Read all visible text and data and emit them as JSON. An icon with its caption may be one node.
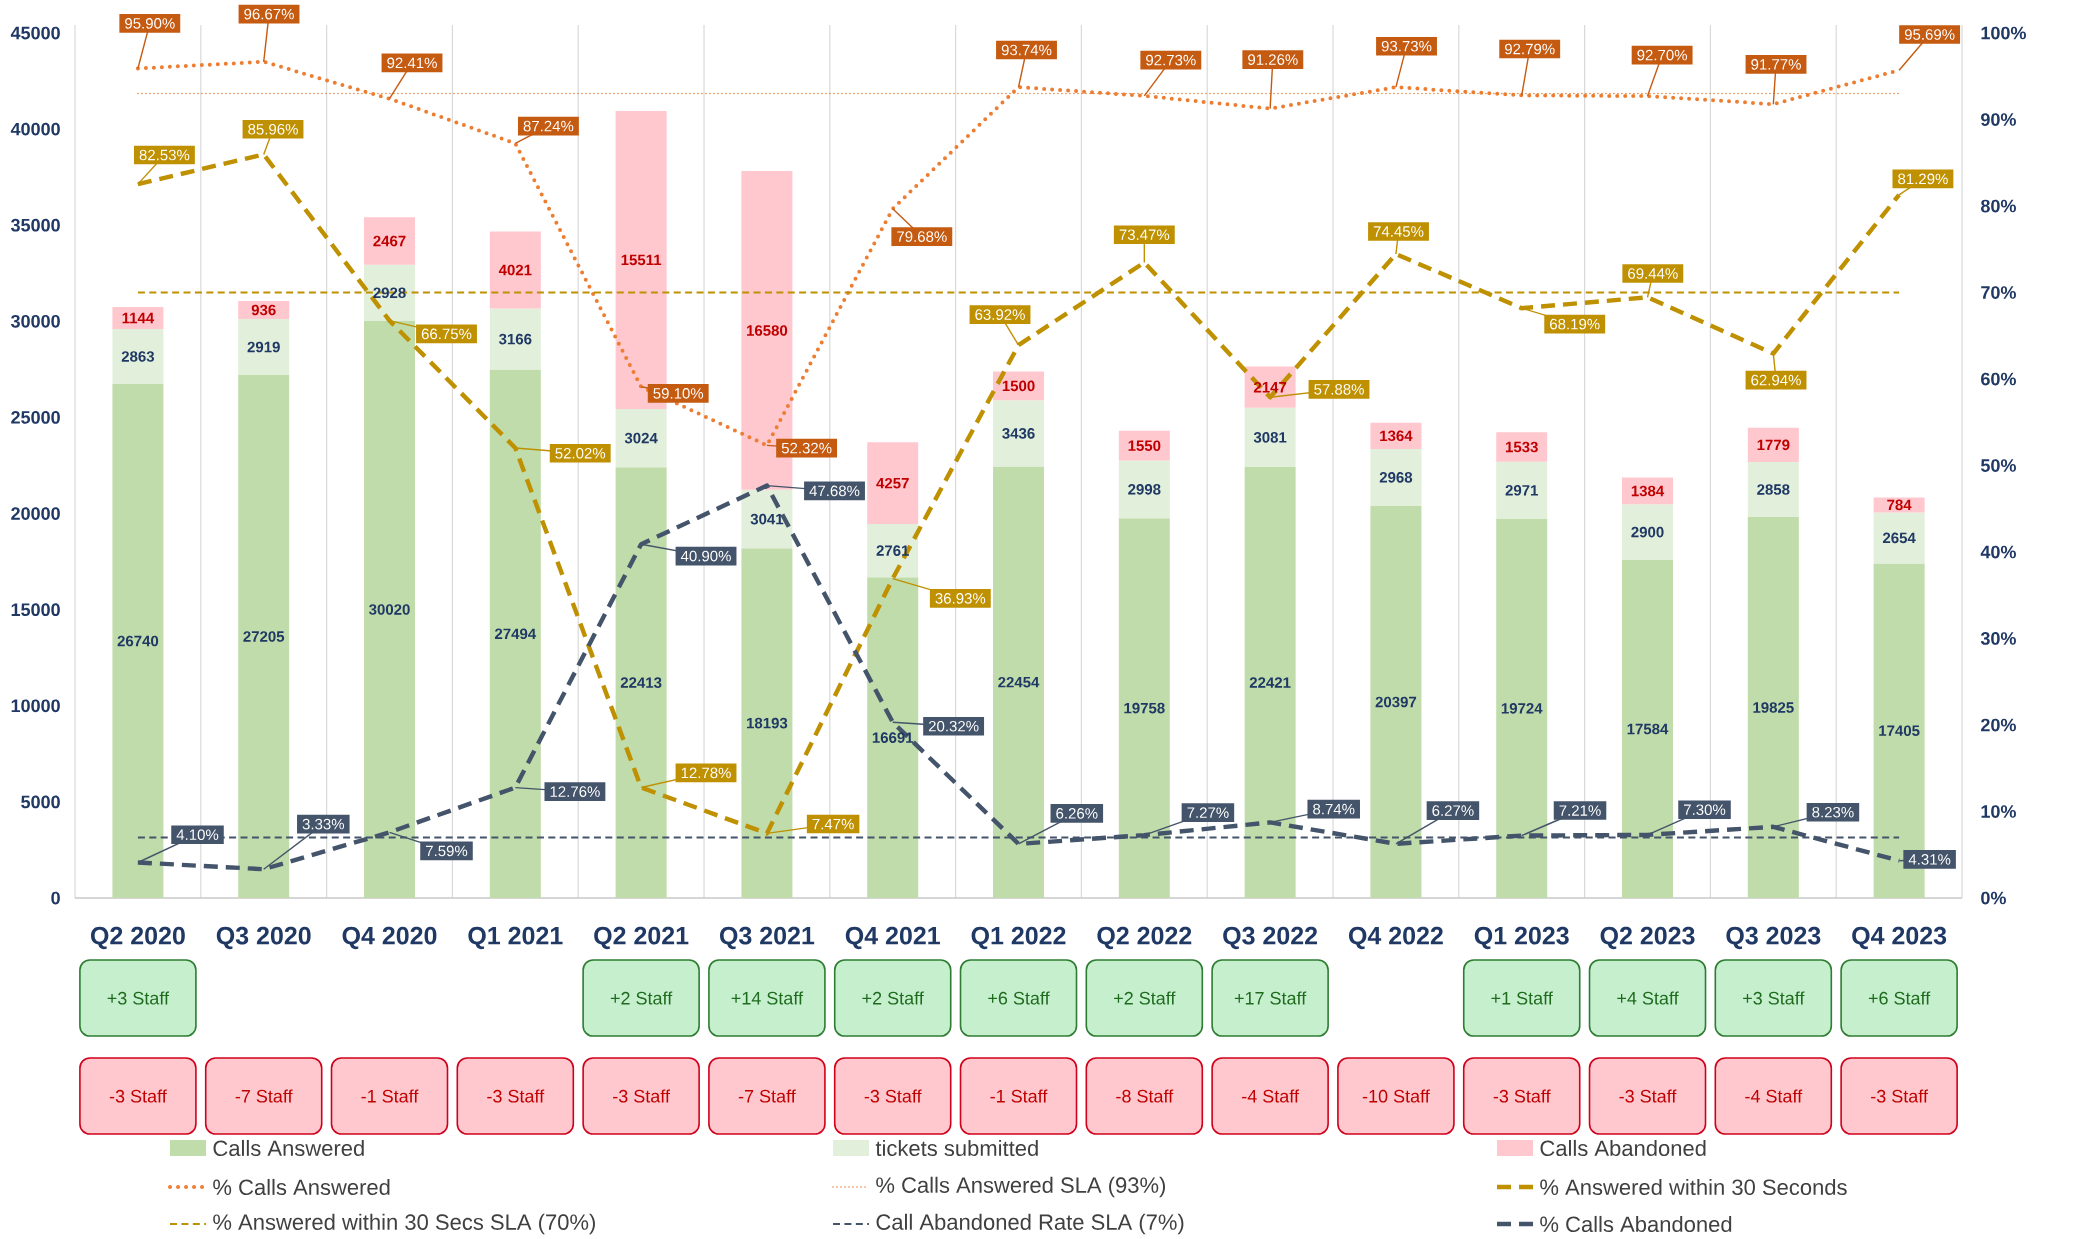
{
  "diagram": {
    "nodes": [
      {
        "text": [
          "+3 Staff"
        ]
      },
      {
        "text": [
          "+2 Staff"
        ]
      },
      {
        "text": [
          "+14 Staff"
        ]
      },
      {
        "text": [
          "+2 Staff"
        ]
      },
      {
        "text": [
          "+6 Staff"
        ]
      },
      {
        "text": [
          "+2 Staff"
        ]
      },
      {
        "text": [
          "+17 Staff"
        ]
      },
      {
        "text": [
          "+1 Staff"
        ]
      },
      {
        "text": [
          "+4 Staff"
        ]
      },
      {
        "text": [
          "+3 Staff"
        ]
      },
      {
        "text": [
          "+6 Staff"
        ]
      },
      {
        "text": [
          "-3 Staff"
        ]
      },
      {
        "text": [
          "-7 Staff"
        ]
      },
      {
        "text": [
          "-1 Staff"
        ]
      },
      {
        "text": [
          "-3 Staff"
        ]
      },
      {
        "text": [
          "-3 Staff"
        ]
      },
      {
        "text": [
          "-7 Staff"
        ]
      },
      {
        "text": [
          "-3 Staff"
        ]
      },
      {
        "text": [
          "-1 Staff"
        ]
      },
      {
        "text": [
          "-8 Staff"
        ]
      },
      {
        "text": [
          "-4 Staff"
        ]
      },
      {
        "text": [
          "-10 Staff"
        ]
      },
      {
        "text": [
          "-3 Staff"
        ]
      },
      {
        "text": [
          "-3 Staff"
        ]
      },
      {
        "text": [
          "-4 Staff"
        ]
      },
      {
        "text": [
          "-3 Staff"
        ]
      }
    ],
    "chart_data": {
      "type": "bar",
      "stacked": true,
      "legend": "bottom",
      "categories": [
        "Q2 2020",
        "Q3 2020",
        "Q4 2020",
        "Q1 2021",
        "Q2 2021",
        "Q3 2021",
        "Q4 2021",
        "Q1 2022",
        "Q2 2022",
        "Q3 2022",
        "Q4 2022",
        "Q1 2023",
        "Q2 2023",
        "Q3 2023",
        "Q4 2023"
      ],
      "ylim": [
        0,
        45000
      ],
      "yticks": [
        0,
        5000,
        10000,
        15000,
        20000,
        25000,
        30000,
        35000,
        40000,
        45000
      ],
      "y2lim": [
        0,
        100
      ],
      "y2ticks": [
        {
          "value": 0,
          "label": "0%"
        },
        {
          "value": 10,
          "label": "10%"
        },
        {
          "value": 20,
          "label": "20%"
        },
        {
          "value": 30,
          "label": "30%"
        },
        {
          "value": 40,
          "label": "40%"
        },
        {
          "value": 50,
          "label": "50%"
        },
        {
          "value": 60,
          "label": "60%"
        },
        {
          "value": 70,
          "label": "70%"
        },
        {
          "value": 80,
          "label": "80%"
        },
        {
          "value": 90,
          "label": "90%"
        },
        {
          "value": 100,
          "label": "100%"
        }
      ],
      "series": [
        {
          "name": "Calls Answered",
          "color": "#c0dcaa",
          "values": [
            26740,
            27205,
            30020,
            27494,
            22413,
            18193,
            16691,
            22454,
            19758,
            22421,
            20397,
            19724,
            17584,
            19825,
            17405
          ],
          "value_labels": [
            "26740",
            "27205",
            "30020",
            "27494",
            "22413",
            "18193",
            "16691",
            "22454",
            "19758",
            "22421",
            "20397",
            "19724",
            "17584",
            "19825",
            "17405"
          ]
        },
        {
          "name": "tickets submitted",
          "color": "#e2efda",
          "values": [
            2863,
            2919,
            2928,
            3166,
            3024,
            3041,
            2761,
            3436,
            2998,
            3081,
            2968,
            2971,
            2900,
            2858,
            2654
          ],
          "value_labels": [
            "2863",
            "2919",
            "2928",
            "3166",
            "3024",
            "3041",
            "2761",
            "3436",
            "2998",
            "3081",
            "2968",
            "2971",
            "2900",
            "2858",
            "2654"
          ]
        },
        {
          "name": "Calls Abandoned",
          "color": "#ffc7ce",
          "values": [
            1144,
            936,
            2467,
            4021,
            15511,
            16580,
            4257,
            1500,
            1550,
            2147,
            1364,
            1533,
            1384,
            1779,
            784
          ],
          "value_labels": [
            "1144",
            "936",
            "2467",
            "4021",
            "15511",
            "16580",
            "4257",
            "1500",
            "1550",
            "2147",
            "1364",
            "1533",
            "1384",
            "1779",
            "784"
          ]
        },
        {
          "name": "% Calls Answered",
          "type": "line",
          "line_style": "dotted",
          "axis": "y2",
          "color": "#ed7d31",
          "values": [
            95.9,
            96.67,
            92.41,
            87.24,
            59.1,
            52.32,
            79.68,
            93.74,
            92.73,
            91.26,
            93.73,
            92.79,
            92.7,
            91.77,
            95.69
          ],
          "value_labels": [
            "95.90%",
            "96.67%",
            "92.41%",
            "87.24%",
            "59.10%",
            "52.32%",
            "79.68%",
            "93.74%",
            "92.73%",
            "91.26%",
            "93.73%",
            "92.79%",
            "92.70%",
            "91.77%",
            "95.69%"
          ]
        },
        {
          "name": "% Calls Answered SLA (93%)",
          "type": "line",
          "line_style": "dotted",
          "axis": "y2",
          "color": "#ed7d31",
          "values": [
            93,
            93,
            93,
            93,
            93,
            93,
            93,
            93,
            93,
            93,
            93,
            93,
            93,
            93,
            93
          ]
        },
        {
          "name": "% Answered within 30 Seconds",
          "type": "line",
          "line_style": "dashed",
          "axis": "y2",
          "color": "#bf9000",
          "values": [
            82.53,
            85.96,
            66.75,
            52.02,
            12.78,
            7.47,
            36.93,
            63.92,
            73.47,
            57.88,
            74.45,
            68.19,
            69.44,
            62.94,
            81.29
          ],
          "value_labels": [
            "82.53%",
            "85.96%",
            "66.75%",
            "52.02%",
            "12.78%",
            "7.47%",
            "36.93%",
            "63.92%",
            "73.47%",
            "57.88%",
            "74.45%",
            "68.19%",
            "69.44%",
            "62.94%",
            "81.29%"
          ]
        },
        {
          "name": "% Answered within 30 Secs SLA (70%)",
          "type": "line",
          "line_style": "dashed",
          "axis": "y2",
          "color": "#bf9000",
          "values": [
            70,
            70,
            70,
            70,
            70,
            70,
            70,
            70,
            70,
            70,
            70,
            70,
            70,
            70,
            70
          ]
        },
        {
          "name": "Call Abandoned Rate SLA (7%)",
          "type": "line",
          "line_style": "dashed",
          "axis": "y2",
          "color": "#44546a",
          "values": [
            7,
            7,
            7,
            7,
            7,
            7,
            7,
            7,
            7,
            7,
            7,
            7,
            7,
            7,
            7
          ]
        },
        {
          "name": "% Calls Abandoned",
          "type": "line",
          "line_style": "dashed",
          "axis": "y2",
          "color": "#44546a",
          "values": [
            4.1,
            3.33,
            7.59,
            12.76,
            40.9,
            47.68,
            20.32,
            6.26,
            7.27,
            8.74,
            6.27,
            7.21,
            7.3,
            8.23,
            4.31
          ],
          "value_labels": [
            "4.10%",
            "3.33%",
            "7.59%",
            "12.76%",
            "40.90%",
            "47.68%",
            "20.32%",
            "6.26%",
            "7.27%",
            "8.74%",
            "6.27%",
            "7.21%",
            "7.30%",
            "8.23%",
            "4.31%"
          ]
        }
      ]
    }
  }
}
